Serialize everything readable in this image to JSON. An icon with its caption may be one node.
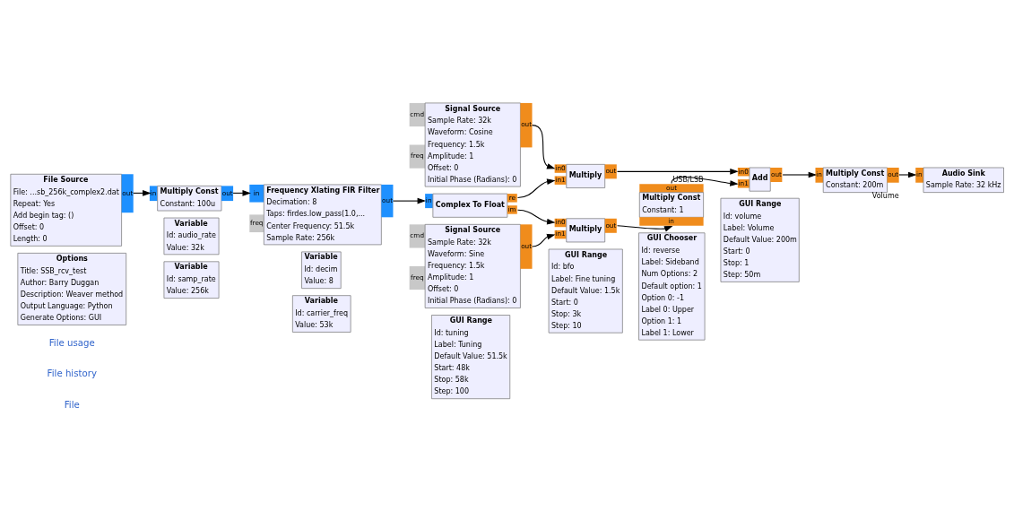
{
  "diagram": {
    "nodes": [
      {
        "text": [
          "Options",
          "Title: SSB_rcv_test",
          "Author: Barry Duggan",
          "Description: Weaver method",
          "Output Language: Python",
          "Generate Options: GUI"
        ]
      },
      {
        "text": [
          "Variable",
          "Id: samp_rate",
          "Value: 256k"
        ]
      },
      {
        "text": [
          "Variable",
          "Id: audio_rate",
          "Value: 32k"
        ]
      },
      {
        "text": [
          "Variable",
          "Id: decim",
          "Value: 8"
        ]
      },
      {
        "text": [
          "GUI Range",
          "Id: tuning",
          "Label: Tuning",
          "Default Value: 51.5k",
          "Start: 48k",
          "Stop: 58k",
          "Step: 100"
        ]
      },
      {
        "text": [
          "GUI Range",
          "Id: bfo",
          "Label: Fine tuning",
          "Default Value: 1.5k",
          "Start: 0",
          "Stop: 3k",
          "Step: 10"
        ]
      },
      {
        "text": [
          "GUI Chooser",
          "Id: reverse",
          "Label: Sideband",
          "Num Options: 2",
          "Default option: 1",
          "Option 0: -1",
          "Label 0: Upper",
          "Option 1: 1",
          "Label 1: Lower"
        ]
      },
      {
        "text": [
          "GUI Range",
          "Id: volume",
          "Label: Volume",
          "Default Value: 200m",
          "Start: 0",
          "Stop: 1",
          "Step: 50m"
        ]
      },
      {
        "text": [
          "Variable",
          "Id: carrier_freq",
          "Value: 53k"
        ]
      },
      {
        "text": [
          "File Source",
          "File: ...sb_256k_complex2.dat",
          "Repeat: Yes",
          "Add begin tag: ()",
          "Offset: 0",
          "Length: 0",
          "out"
        ]
      },
      {
        "text": [
          "in",
          "Multiply Const",
          "Constant: 100u",
          "out"
        ]
      },
      {
        "text": [
          "cmd",
          "freq",
          "Signal Source",
          "Sample Rate: 32k",
          "Waveform: Cosine",
          "Frequency: 1.5k",
          "Amplitude: 1",
          "Offset: 0",
          "Initial Phase (Radians): 0",
          "out"
        ]
      },
      {
        "text": [
          "in0",
          "in1",
          "Multiply",
          "out"
        ]
      },
      {
        "text": [
          "in0",
          "in1",
          "Add",
          "out"
        ]
      },
      {
        "text": [
          "in",
          "Multiply Const",
          "Constant: 200m",
          "out"
        ],
        "beside": [
          "Volume"
        ]
      },
      {
        "text": [
          "in",
          "freq",
          "Frequency Xlating FIR Filter",
          "Decimation: 8",
          "Taps: firdes.low_pass(1.0,...",
          "Center Frequency: 51.5k",
          "Sample Rate: 256k",
          "out"
        ]
      },
      {
        "text": [
          "in",
          "Complex To Float",
          "re",
          "im"
        ]
      },
      {
        "text": [
          "out",
          "Multiply Const",
          "Constant: 1",
          "in"
        ],
        "beside": [
          "USB/LSB"
        ]
      },
      {
        "text": [
          "in",
          "Audio Sink",
          "Sample Rate: 32 kHz"
        ]
      },
      {
        "text": [
          "cmd",
          "freq",
          "Signal Source",
          "Sample Rate: 32k",
          "Waveform: Sine",
          "Frequency: 1.5k",
          "Amplitude: 1",
          "Offset: 0",
          "Initial Phase (Radians): 0",
          "out"
        ]
      },
      {
        "text": [
          "in0",
          "in1",
          "Multiply",
          "out"
        ]
      }
    ],
    "edges": [
      {
        "from": 9,
        "to": 10,
        "arrow": "to"
      },
      {
        "from": 10,
        "to": 15,
        "arrow": "to"
      },
      {
        "from": 15,
        "to": 16,
        "arrow": "to"
      },
      {
        "from": 11,
        "to": 12,
        "arrow": "to"
      },
      {
        "from": 16,
        "to": 12,
        "arrow": "to"
      },
      {
        "from": 12,
        "to": 13,
        "arrow": "to"
      },
      {
        "from": 13,
        "to": 14,
        "arrow": "to"
      },
      {
        "from": 14,
        "to": 18,
        "arrow": "to"
      },
      {
        "from": 16,
        "to": 20,
        "arrow": "to"
      },
      {
        "from": 19,
        "to": 20,
        "arrow": "to"
      },
      {
        "from": 20,
        "to": 17,
        "arrow": "to"
      },
      {
        "from": 17,
        "to": 13,
        "arrow": "to"
      }
    ],
    "labels": [
      "File",
      "File history",
      "File usage"
    ]
  }
}
